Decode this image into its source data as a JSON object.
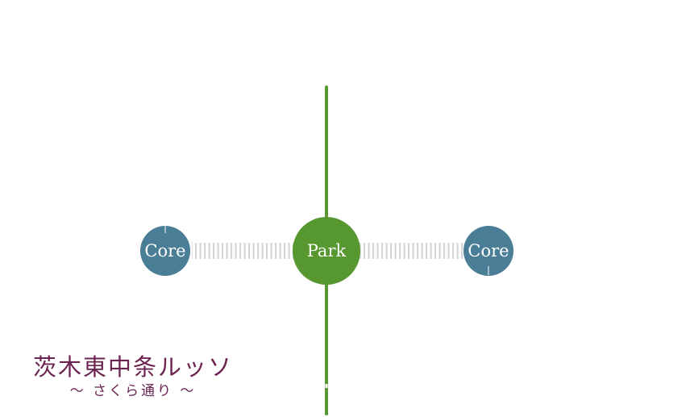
{
  "diagram": {
    "nodes": [
      {
        "id": "core-left",
        "label": "Core",
        "color": "#4a7d96"
      },
      {
        "id": "park",
        "label": "Park",
        "color": "#56982f"
      },
      {
        "id": "core-right",
        "label": "Core",
        "color": "#4a7d96"
      }
    ],
    "connector_color": "#d6d6d6",
    "axis_color": "#56982f"
  },
  "brand": {
    "name": "茨木東中条ルッソ",
    "subtitle": "〜 さくら通り 〜",
    "color": "#6b2350"
  }
}
